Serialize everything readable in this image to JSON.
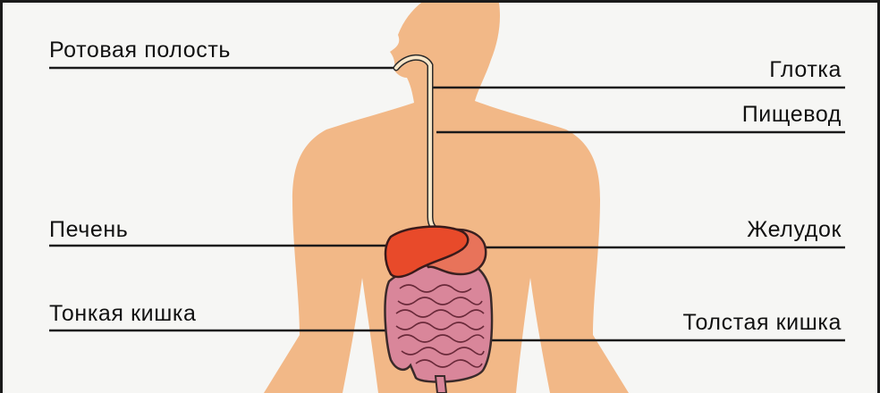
{
  "labels": {
    "mouth": "Ротовая полость",
    "pharynx": "Глотка",
    "esophagus": "Пищевод",
    "liver": "Печень",
    "stomach": "Желудок",
    "small_intestine": "Тонкая кишка",
    "large_intestine": "Толстая кишка"
  },
  "colors": {
    "body": "#f2b887",
    "liver": "#e84a2a",
    "stomach": "#e8735a",
    "intestine": "#d9869a",
    "leader_line": "#1a1a1a",
    "tube": "#f8e6c8"
  }
}
